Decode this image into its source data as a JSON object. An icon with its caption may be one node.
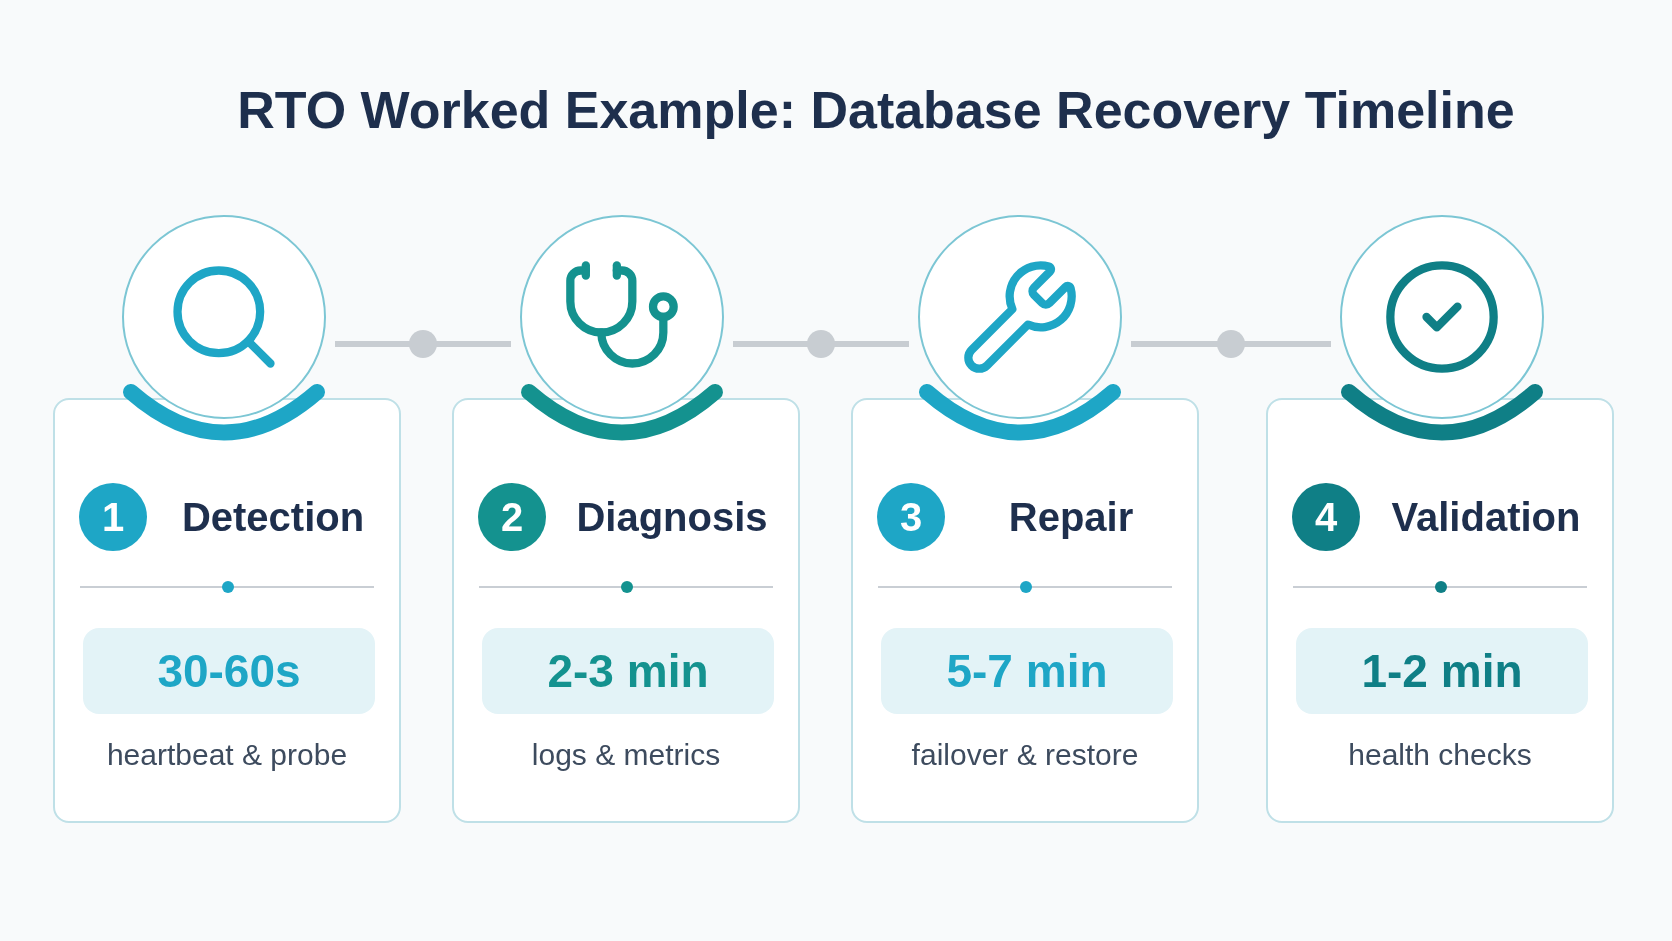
{
  "diagram": {
    "title": "RTO Worked Example: Database Recovery Timeline",
    "nodes": [
      {
        "text": [],
        "shape": "circle"
      },
      {
        "text": [
          "Detection",
          "heartbeat & probe"
        ]
      },
      {
        "text": [
          "1"
        ],
        "in": 1
      },
      {
        "text": [
          "30-60s"
        ],
        "in": 1
      },
      {
        "text": [],
        "shape": "circle"
      },
      {
        "text": [
          "Diagnosis",
          "logs & metrics"
        ]
      },
      {
        "text": [
          "2"
        ],
        "in": 5
      },
      {
        "text": [
          "2-3 min"
        ],
        "in": 5
      },
      {
        "text": [],
        "shape": "circle"
      },
      {
        "text": [
          "Repair",
          "failover & restore"
        ]
      },
      {
        "text": [
          "3"
        ],
        "in": 9
      },
      {
        "text": [
          "5-7 min"
        ],
        "in": 9
      },
      {
        "text": [],
        "shape": "circle"
      },
      {
        "text": [
          "Validation",
          "health checks"
        ]
      },
      {
        "text": [
          "4"
        ],
        "in": 13
      },
      {
        "text": [
          "1-2 min"
        ],
        "in": 13
      }
    ],
    "edges": [
      {
        "from": 0,
        "to": 4,
        "arrow": "none"
      },
      {
        "from": 4,
        "to": 8,
        "arrow": "none"
      },
      {
        "from": 8,
        "to": 12,
        "arrow": "none"
      }
    ]
  }
}
